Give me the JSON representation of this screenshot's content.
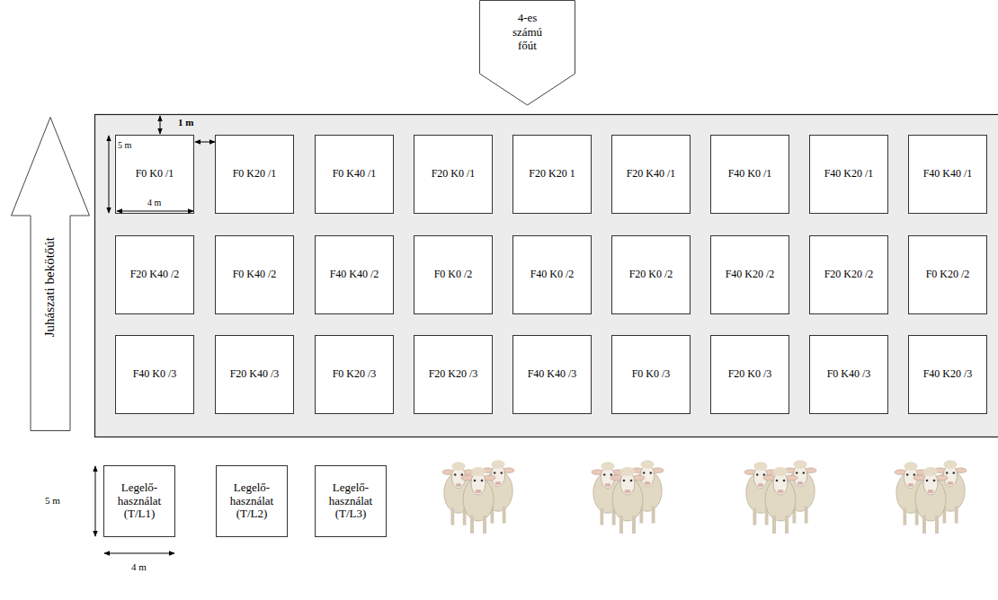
{
  "diagram": {
    "nodes": [
      {
        "text": [
          "4-es számú főút"
        ]
      },
      {
        "text": [
          "Juhászati bekötőút"
        ]
      },
      {
        "text": [
          "F0 K0 /1"
        ]
      },
      {
        "text": [
          "F0 K20 /1"
        ]
      },
      {
        "text": [
          "F0 K40 /1"
        ]
      },
      {
        "text": [
          "F20 K0 /1"
        ]
      },
      {
        "text": [
          "F20 K20 1"
        ]
      },
      {
        "text": [
          "F20 K40 /1"
        ]
      },
      {
        "text": [
          "F40 K0 /1"
        ]
      },
      {
        "text": [
          "F40 K20 /1"
        ]
      },
      {
        "text": [
          "F40 K40 /1"
        ]
      },
      {
        "text": [
          "F20 K40 /2"
        ]
      },
      {
        "text": [
          "F0 K40 /2"
        ]
      },
      {
        "text": [
          "F40 K40 /2"
        ]
      },
      {
        "text": [
          "F0 K0 /2"
        ]
      },
      {
        "text": [
          "F40 K0 /2"
        ]
      },
      {
        "text": [
          "F20 K0 /2"
        ]
      },
      {
        "text": [
          "F40 K20 /2"
        ]
      },
      {
        "text": [
          "F20 K20 /2"
        ]
      },
      {
        "text": [
          "F0 K20 /2"
        ]
      },
      {
        "text": [
          "F40 K0 /3"
        ]
      },
      {
        "text": [
          "F20 K40 /3"
        ]
      },
      {
        "text": [
          "F0 K20 /3"
        ]
      },
      {
        "text": [
          "F20 K20 /3"
        ]
      },
      {
        "text": [
          "F40 K40 /3"
        ]
      },
      {
        "text": [
          "F0 K0 /3"
        ]
      },
      {
        "text": [
          "F20 K0 /3"
        ]
      },
      {
        "text": [
          "F0 K40 /3"
        ]
      },
      {
        "text": [
          "F40 K20 /3"
        ]
      },
      {
        "text": [
          "Legelő-használat (T/L1)"
        ]
      },
      {
        "text": [
          "Legelő-használat (T/L2)"
        ]
      },
      {
        "text": [
          "Legelő-használat (T/L3)"
        ]
      }
    ],
    "labels": [
      "1 m",
      "5 m",
      "4 m",
      "5 m",
      "4 m"
    ]
  }
}
